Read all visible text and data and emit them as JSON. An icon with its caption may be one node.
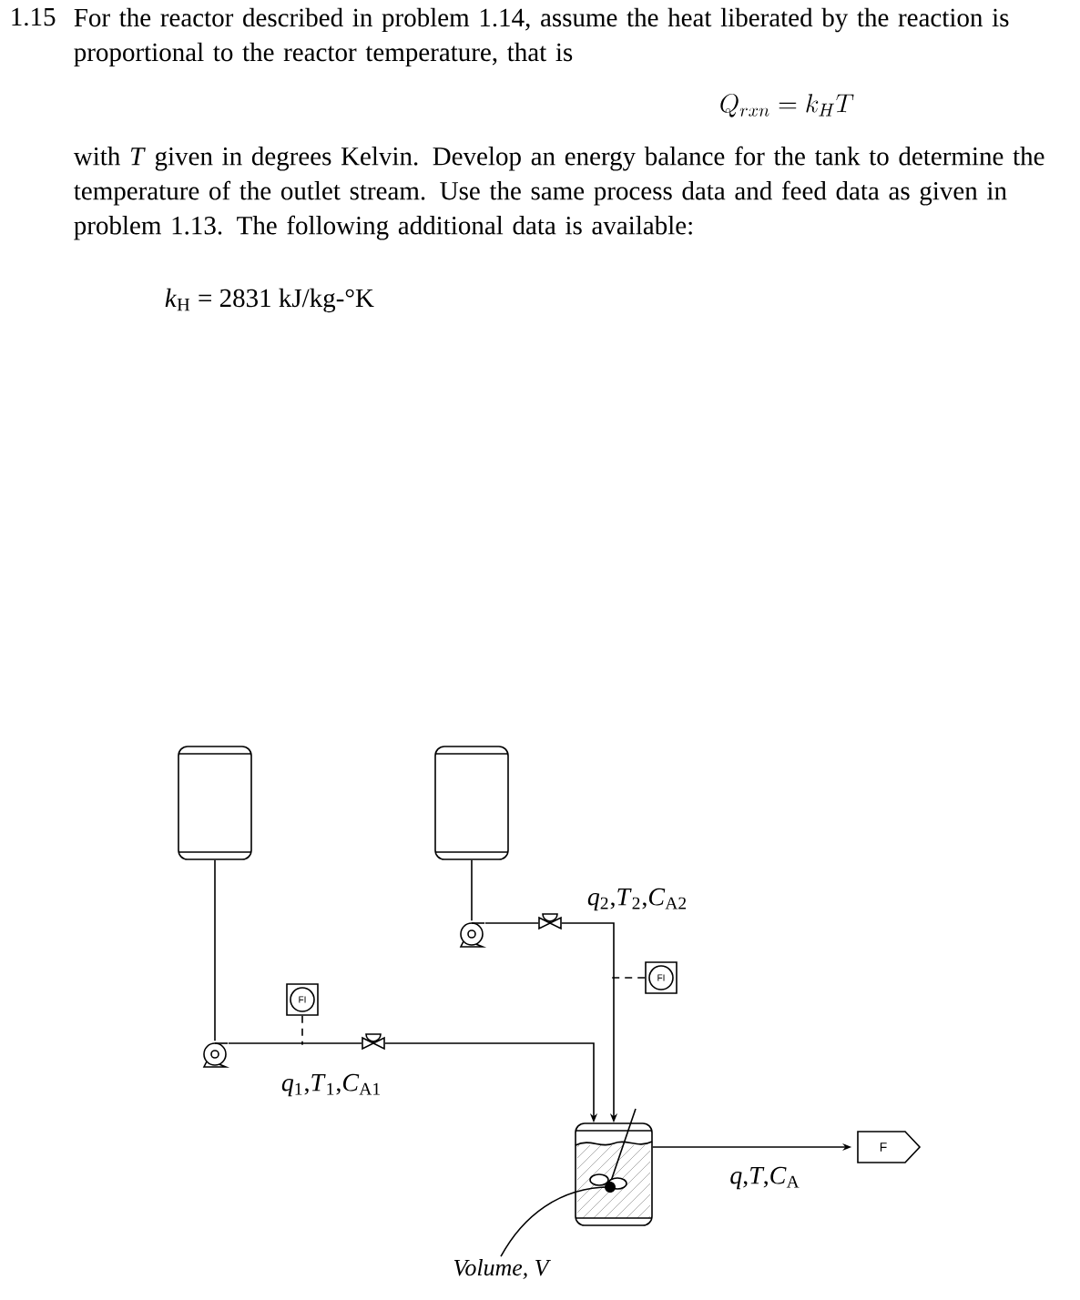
{
  "diagram": {
    "nodes": [
      {
        "text": [],
        "shape": "cylinder"
      },
      {
        "text": [],
        "shape": "cylinder"
      },
      {
        "text": [],
        "shape": "pump"
      },
      {
        "text": [],
        "shape": "valve"
      },
      {
        "text": [
          "FI"
        ]
      },
      {
        "text": [
          "FI"
        ]
      },
      {
        "text": [],
        "shape": "pump"
      },
      {
        "text": [],
        "shape": "valve"
      },
      {
        "text": [],
        "shape": "tank"
      },
      {
        "text": [
          "F"
        ]
      },
      {
        "text": [
          "Volume, V"
        ]
      }
    ],
    "edges": [
      {
        "from": 0,
        "to": 6,
        "arrow": "none"
      },
      {
        "from": 6,
        "to": 7,
        "arrow": "none",
        "label": "*q*$_{1}$,*T*$_{1}$,*C*$_{A1}$"
      },
      {
        "from": 7,
        "to": 8,
        "arrow": "to"
      },
      {
        "from": 1,
        "to": 2,
        "arrow": "none"
      },
      {
        "from": 2,
        "to": 3,
        "arrow": "none"
      },
      {
        "from": 3,
        "to": 8,
        "arrow": "to",
        "label": "*q*$_{2}$,*T*$_{2}$,*C*$_{A2}$"
      },
      {
        "from": 8,
        "to": 9,
        "arrow": "to",
        "label": "*q*,*T*,*C*$_{A}$"
      },
      {
        "from": 5,
        "to": null,
        "arrow": "none",
        "style": "dashed"
      },
      {
        "from": 4,
        "to": null,
        "arrow": "none",
        "style": "dashed"
      },
      {
        "from": 10,
        "to": 8,
        "arrow": "none"
      }
    ],
    "labels": [
      "1.15",
      "For the reactor described in problem 1.14, assume the heat liberated by the reaction is proportional to the reactor temperature, that is",
      "Q_{rxn} = k_H T",
      "with *T* given in degrees Kelvin.  Develop an energy balance for the tank to determine the temperature of the outlet stream. Use the same process data and feed data as given in problem 1.13.  The following additional data is available:",
      "*k*$_{H}$ = 2831 kJ/kg-°K"
    ]
  }
}
